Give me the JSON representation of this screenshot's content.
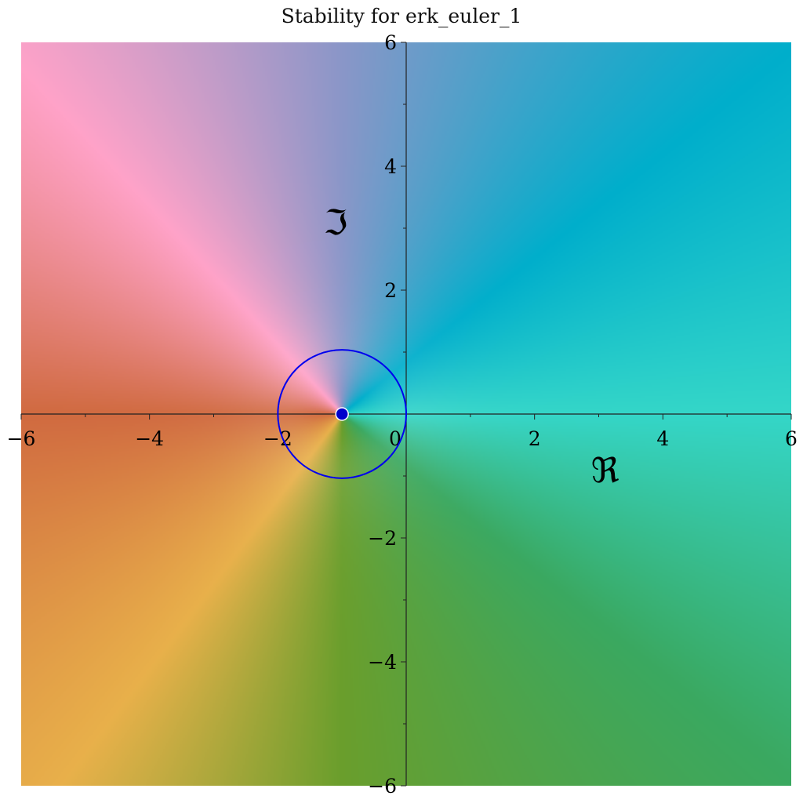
{
  "chart_data": {
    "type": "heatmap",
    "title": "Stability for erk_euler_1",
    "xlabel": "ℜ",
    "ylabel": "ℑ",
    "xlim": [
      -6,
      6
    ],
    "ylim": [
      -6,
      6
    ],
    "xticks": [
      -6,
      -4,
      -2,
      0,
      2,
      4,
      6
    ],
    "yticks": [
      -6,
      -4,
      -2,
      2,
      4,
      6
    ],
    "xtick_labels": [
      "−6",
      "−4",
      "−2",
      "0",
      "2",
      "4",
      "6"
    ],
    "ytick_labels": [
      "−6",
      "−4",
      "−2",
      "2",
      "4",
      "6"
    ],
    "grid": false,
    "colormap": "complex-phase",
    "stability_region": {
      "shape": "circle",
      "center": [
        -1,
        0
      ],
      "radius": 1,
      "color": "#0000ee"
    },
    "zero_point": {
      "x": -1,
      "y": 0,
      "color": "#0000cc"
    },
    "phase_colors": {
      "positive_real": "#34d6c8",
      "positive_imag": "#8a96c8",
      "negative_real": "#d06a40",
      "negative_imag": "#6a9e2c"
    }
  }
}
